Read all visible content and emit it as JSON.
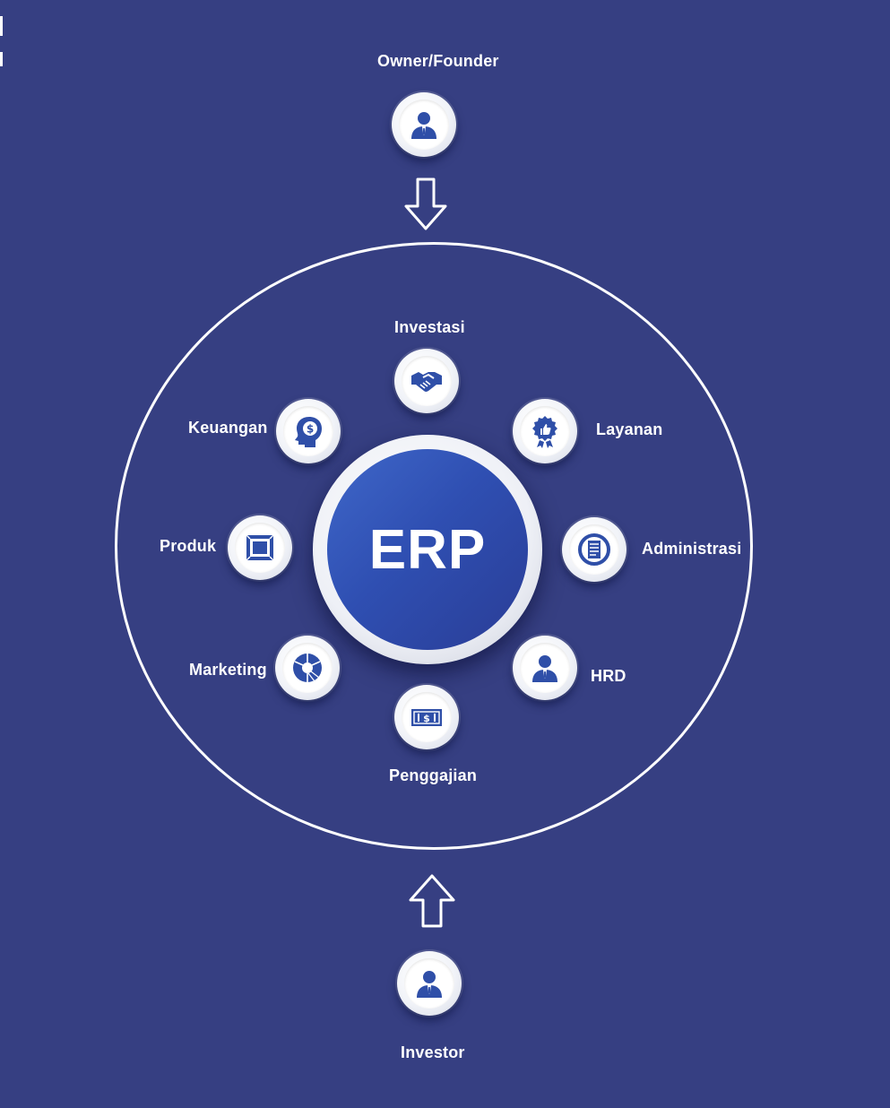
{
  "top_actor": {
    "label": "Owner/Founder",
    "icon": "person-icon"
  },
  "bottom_actor": {
    "label": "Investor",
    "icon": "person-icon"
  },
  "hub": {
    "label": "ERP"
  },
  "modules": {
    "investasi": {
      "label": "Investasi",
      "icon": "handshake-icon"
    },
    "layanan": {
      "label": "Layanan",
      "icon": "badge-thumbs-up-icon"
    },
    "administrasi": {
      "label": "Administrasi",
      "icon": "document-cycle-icon"
    },
    "hrd": {
      "label": "HRD",
      "icon": "person-icon"
    },
    "penggajian": {
      "label": "Penggajian",
      "icon": "cash-note-icon"
    },
    "marketing": {
      "label": "Marketing",
      "icon": "pie-chart-icon"
    },
    "produk": {
      "label": "Produk",
      "icon": "box-icon"
    },
    "keuangan": {
      "label": "Keuangan",
      "icon": "head-dollar-icon"
    }
  },
  "colors": {
    "background": "#363f82",
    "hub": "#3356bb",
    "icon": "#2f4fa8",
    "ring": "#ffffff"
  }
}
